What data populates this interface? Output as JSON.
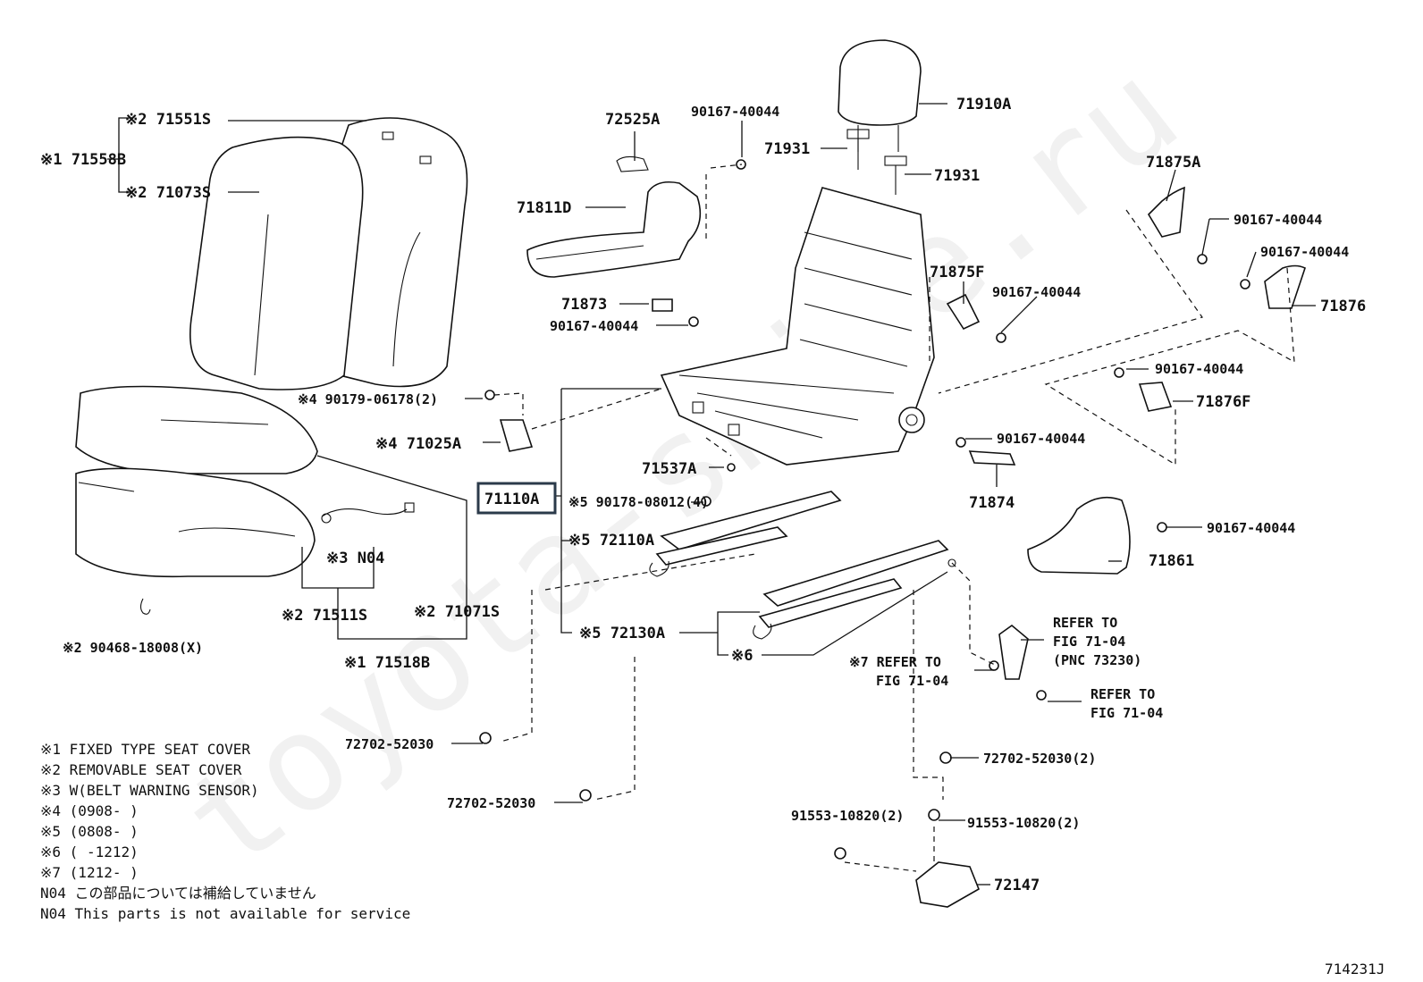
{
  "watermark": "toyota-shine.ru",
  "diagram_code": "714231J",
  "highlighted_part": "71110A",
  "labels": {
    "n71551s": "※2 71551S",
    "n71558b": "※1 71558B",
    "n71073s": "※2 71073S",
    "n72525a": "72525A",
    "n90167_a": "90167-40044",
    "n71811d": "71811D",
    "n71873": "71873",
    "n90167_b": "90167-40044",
    "n71910a": "71910A",
    "n71931_a": "71931",
    "n71931_b": "71931",
    "n71875a": "71875A",
    "n90167_c": "90167-40044",
    "n90167_d": "90167-40044",
    "n71876": "71876",
    "n71875f": "71875F",
    "n90167_e": "90167-40044",
    "n90167_f": "90167-40044",
    "n71876f": "71876F",
    "n90167_g": "90167-40044",
    "n71874": "71874",
    "n90179": "※4 90179-06178(2)",
    "n71025a": "※4 71025A",
    "n71110a": "71110A",
    "n90178": "※5 90178-08012(4)",
    "n71537a": "71537A",
    "n72110a": "※5 72110A",
    "n72130a": "※5 72130A",
    "n6": "※6",
    "n90167_h": "90167-40044",
    "n71861": "71861",
    "n_n04": "※3 N04",
    "n71511s": "※2 71511S",
    "n71071s": "※2 71071S",
    "n71518b": "※1 71518B",
    "n90468": "※2 90468-18008(X)",
    "refer_a_1": "REFER TO",
    "refer_a_2": "FIG 71-04",
    "refer_a_3": "(PNC 73230)",
    "refer_b_1": "※7 REFER TO",
    "refer_b_2": "FIG 71-04",
    "refer_c_1": "REFER TO",
    "refer_c_2": "FIG 71-04",
    "n72702_a": "72702-52030",
    "n72702_b": "72702-52030",
    "n72702_c": "72702-52030(2)",
    "n91553_a": "91553-10820(2)",
    "n91553_b": "91553-10820(2)",
    "n72147": "72147"
  },
  "legend": [
    "※1 FIXED TYPE SEAT COVER",
    "※2 REMOVABLE SEAT COVER",
    "※3 W(BELT WARNING SENSOR)",
    "※4 (0908-     )",
    "※5 (0808-     )",
    "※6 (     -1212)",
    "※7 (1212-     )",
    "N04 この部品については補給していません",
    "N04 This parts is not available for service"
  ]
}
